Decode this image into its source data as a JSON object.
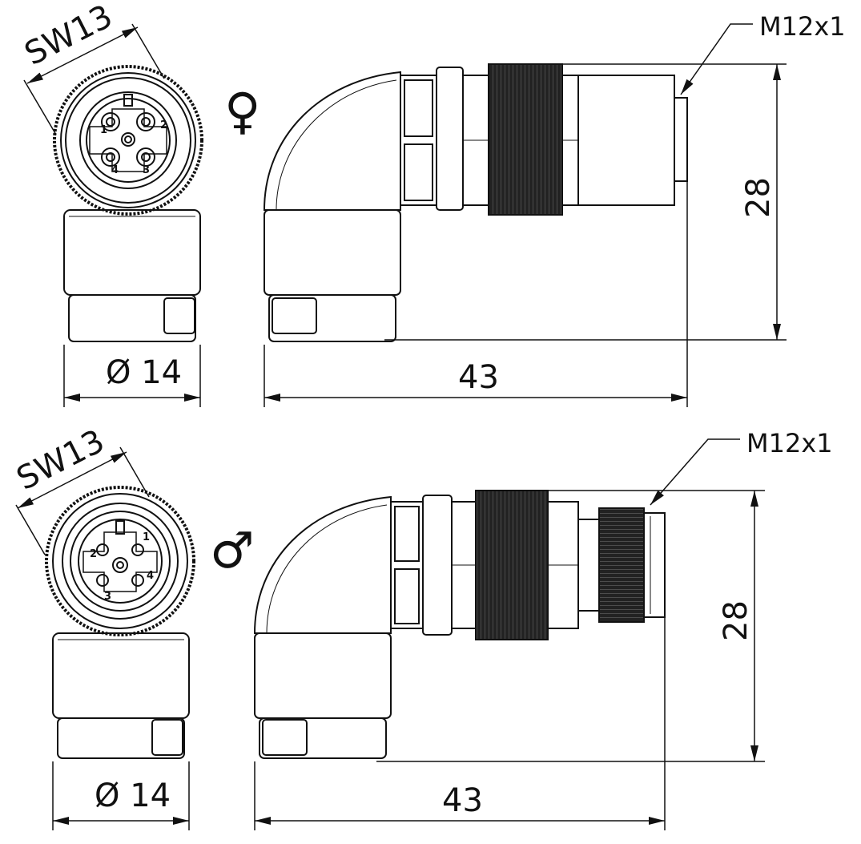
{
  "female": {
    "wrench_label": "SW13",
    "thread_label": "M12x1",
    "diameter_label": "Ø 14",
    "length_label": "43",
    "height_label": "28",
    "gender_symbol": "♀",
    "pins": [
      "1",
      "2",
      "3",
      "4"
    ]
  },
  "male": {
    "wrench_label": "SW13",
    "thread_label": "M12x1",
    "diameter_label": "Ø 14",
    "length_label": "43",
    "height_label": "28",
    "gender_symbol": "♂",
    "pins": [
      "1",
      "2",
      "3",
      "4"
    ]
  }
}
